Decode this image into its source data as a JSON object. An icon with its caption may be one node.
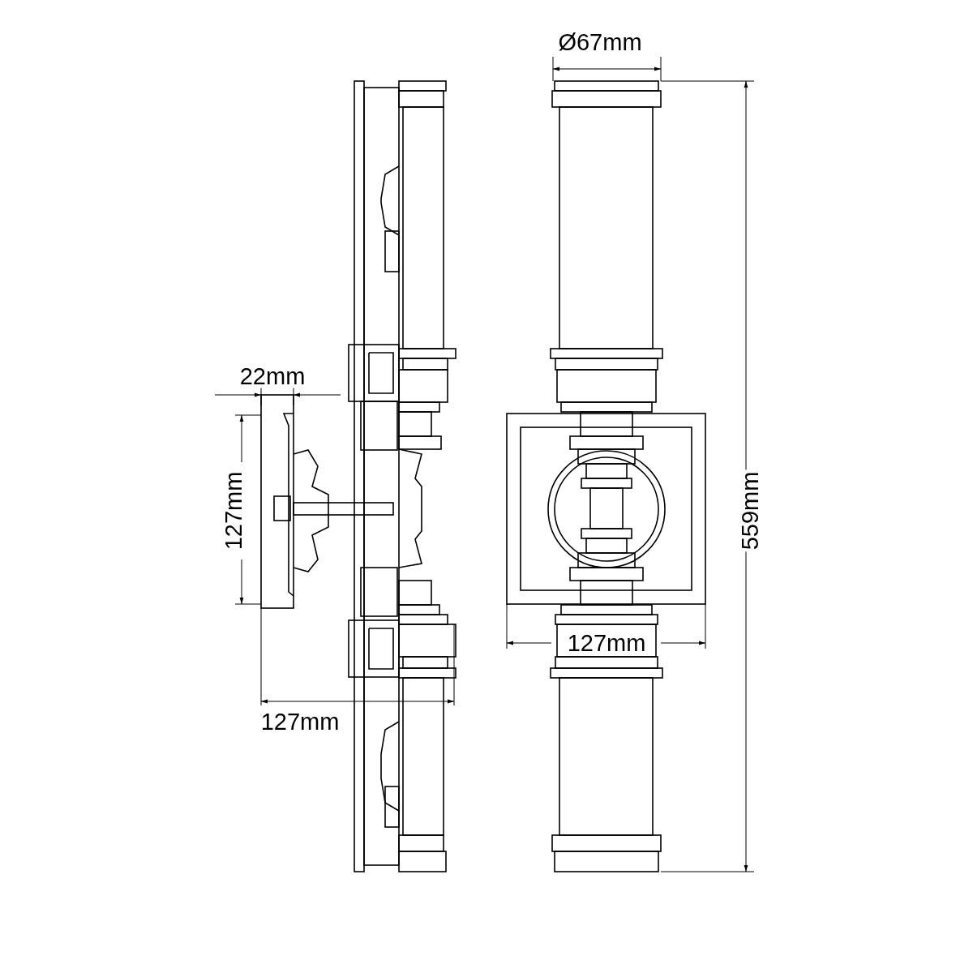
{
  "diagram": {
    "labels": [
      "Ø67mm",
      "22mm",
      "127mm",
      "559mm",
      "127mm",
      "127mm"
    ]
  }
}
